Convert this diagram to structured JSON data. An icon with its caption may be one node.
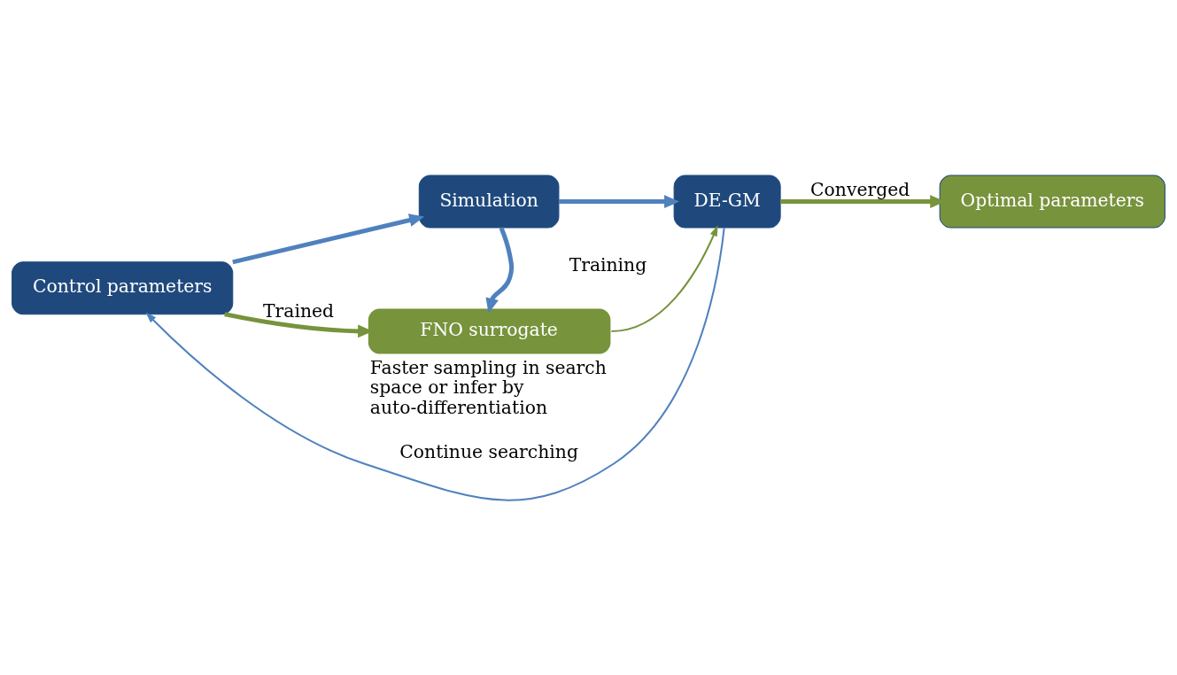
{
  "diagram": {
    "nodes": [
      {
        "text": [
          "Control parameters"
        ]
      },
      {
        "text": [
          "Simulation"
        ]
      },
      {
        "text": [
          "DE-GM"
        ]
      },
      {
        "text": [
          "FNO surrogate"
        ],
        "beside": [
          "Faster sampling in search space or infer by auto-differentiation"
        ]
      },
      {
        "text": [
          "Optimal parameters"
        ]
      }
    ],
    "edges": [
      {
        "from": 0,
        "to": 1,
        "arrow": "to"
      },
      {
        "from": 1,
        "to": 2,
        "arrow": "to"
      },
      {
        "from": 1,
        "to": 3,
        "arrow": "to",
        "label": "Training"
      },
      {
        "from": 0,
        "to": 3,
        "arrow": "to",
        "label": "Trained",
        "color": "#77933c"
      },
      {
        "from": 3,
        "to": 2,
        "arrow": "to",
        "color": "#77933c"
      },
      {
        "from": 2,
        "to": 4,
        "arrow": "to",
        "label": "Converged",
        "color": "#77933c"
      },
      {
        "from": 2,
        "to": 0,
        "arrow": "to",
        "label": "Continue searching"
      }
    ]
  }
}
